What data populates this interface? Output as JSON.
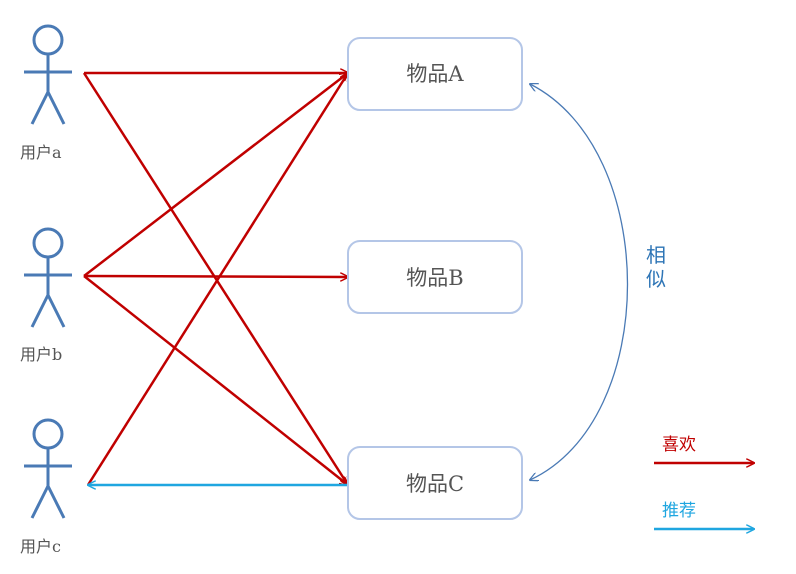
{
  "users": [
    {
      "id": "a",
      "label": "用户a"
    },
    {
      "id": "b",
      "label": "用户b"
    },
    {
      "id": "c",
      "label": "用户c"
    }
  ],
  "items": [
    {
      "id": "A",
      "label": "物品A"
    },
    {
      "id": "B",
      "label": "物品B"
    },
    {
      "id": "C",
      "label": "物品C"
    }
  ],
  "likes": [
    {
      "user": "a",
      "item": "A"
    },
    {
      "user": "a",
      "item": "C"
    },
    {
      "user": "b",
      "item": "A"
    },
    {
      "user": "b",
      "item": "B"
    },
    {
      "user": "b",
      "item": "C"
    },
    {
      "user": "c",
      "item": "A"
    }
  ],
  "recommendations": [
    {
      "item": "C",
      "user": "c"
    }
  ],
  "similarity": {
    "from": "A",
    "to": "C",
    "label_line1": "相",
    "label_line2": "似"
  },
  "legend": {
    "like_label": "喜欢",
    "recommend_label": "推荐"
  },
  "colors": {
    "like": "#c00000",
    "recommend": "#1fa6e0",
    "similarity": "#4a7ab5",
    "user_figure": "#4a7ab5",
    "item_border": "#b4c6e7"
  }
}
